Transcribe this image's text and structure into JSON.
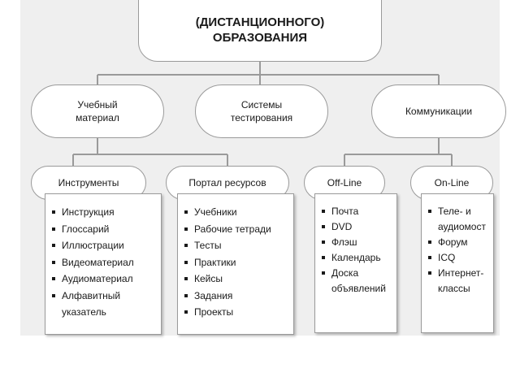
{
  "root": {
    "line1": "(ДИСТАНЦИОННОГО)",
    "line2": "ОБРАЗОВАНИЯ"
  },
  "level1": [
    {
      "line1": "Учебный",
      "line2": "материал"
    },
    {
      "line1": "Системы",
      "line2": "тестирования"
    },
    {
      "line1": "Коммуникации",
      "line2": ""
    }
  ],
  "level2": [
    {
      "label": "Инструменты"
    },
    {
      "label": "Портал ресурсов"
    },
    {
      "label": "Off-Line"
    },
    {
      "label": "On-Line"
    }
  ],
  "lists": {
    "tools": [
      "Инструкция",
      "Глоссарий",
      "Иллюстрации",
      "Видеоматериал",
      "Аудиоматериал",
      "Алфавитный указатель"
    ],
    "portal": [
      "Учебники",
      "Рабочие тетради",
      "Тесты",
      "Практики",
      "Кейсы",
      "Задания",
      "Проекты"
    ],
    "offline": [
      "Почта",
      "DVD",
      "Флэш",
      "Календарь",
      "Доска объявлений"
    ],
    "online": [
      "Теле- и аудиомост",
      "Форум",
      "ICQ",
      "Интернет-классы"
    ]
  },
  "colors": {
    "line": "#9a9a9a",
    "background": "#efefef",
    "box": "#ffffff"
  }
}
